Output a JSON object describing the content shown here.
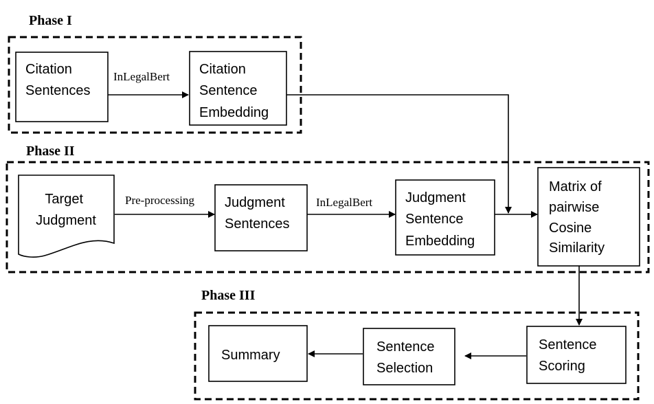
{
  "phases": {
    "phase1": "Phase I",
    "phase2": "Phase II",
    "phase3": "Phase III"
  },
  "nodes": {
    "citation_sentences": [
      "Citation",
      "Sentences"
    ],
    "citation_embedding": [
      "Citation",
      "Sentence",
      "Embedding"
    ],
    "target_judgment": [
      "Target",
      "Judgment"
    ],
    "judgment_sentences": [
      "Judgment",
      "Sentences"
    ],
    "judgment_embedding": [
      "Judgment",
      "Sentence",
      "Embedding"
    ],
    "matrix": [
      "Matrix of",
      "pairwise",
      "Cosine",
      "Similarity"
    ],
    "sentence_scoring": [
      "Sentence",
      "Scoring"
    ],
    "sentence_selection": [
      "Sentence",
      "Selection"
    ],
    "summary": [
      "Summary"
    ]
  },
  "edges": {
    "inlegalbert_1": "InLegalBert",
    "preprocessing": "Pre-processing",
    "inlegalbert_2": "InLegalBert"
  }
}
